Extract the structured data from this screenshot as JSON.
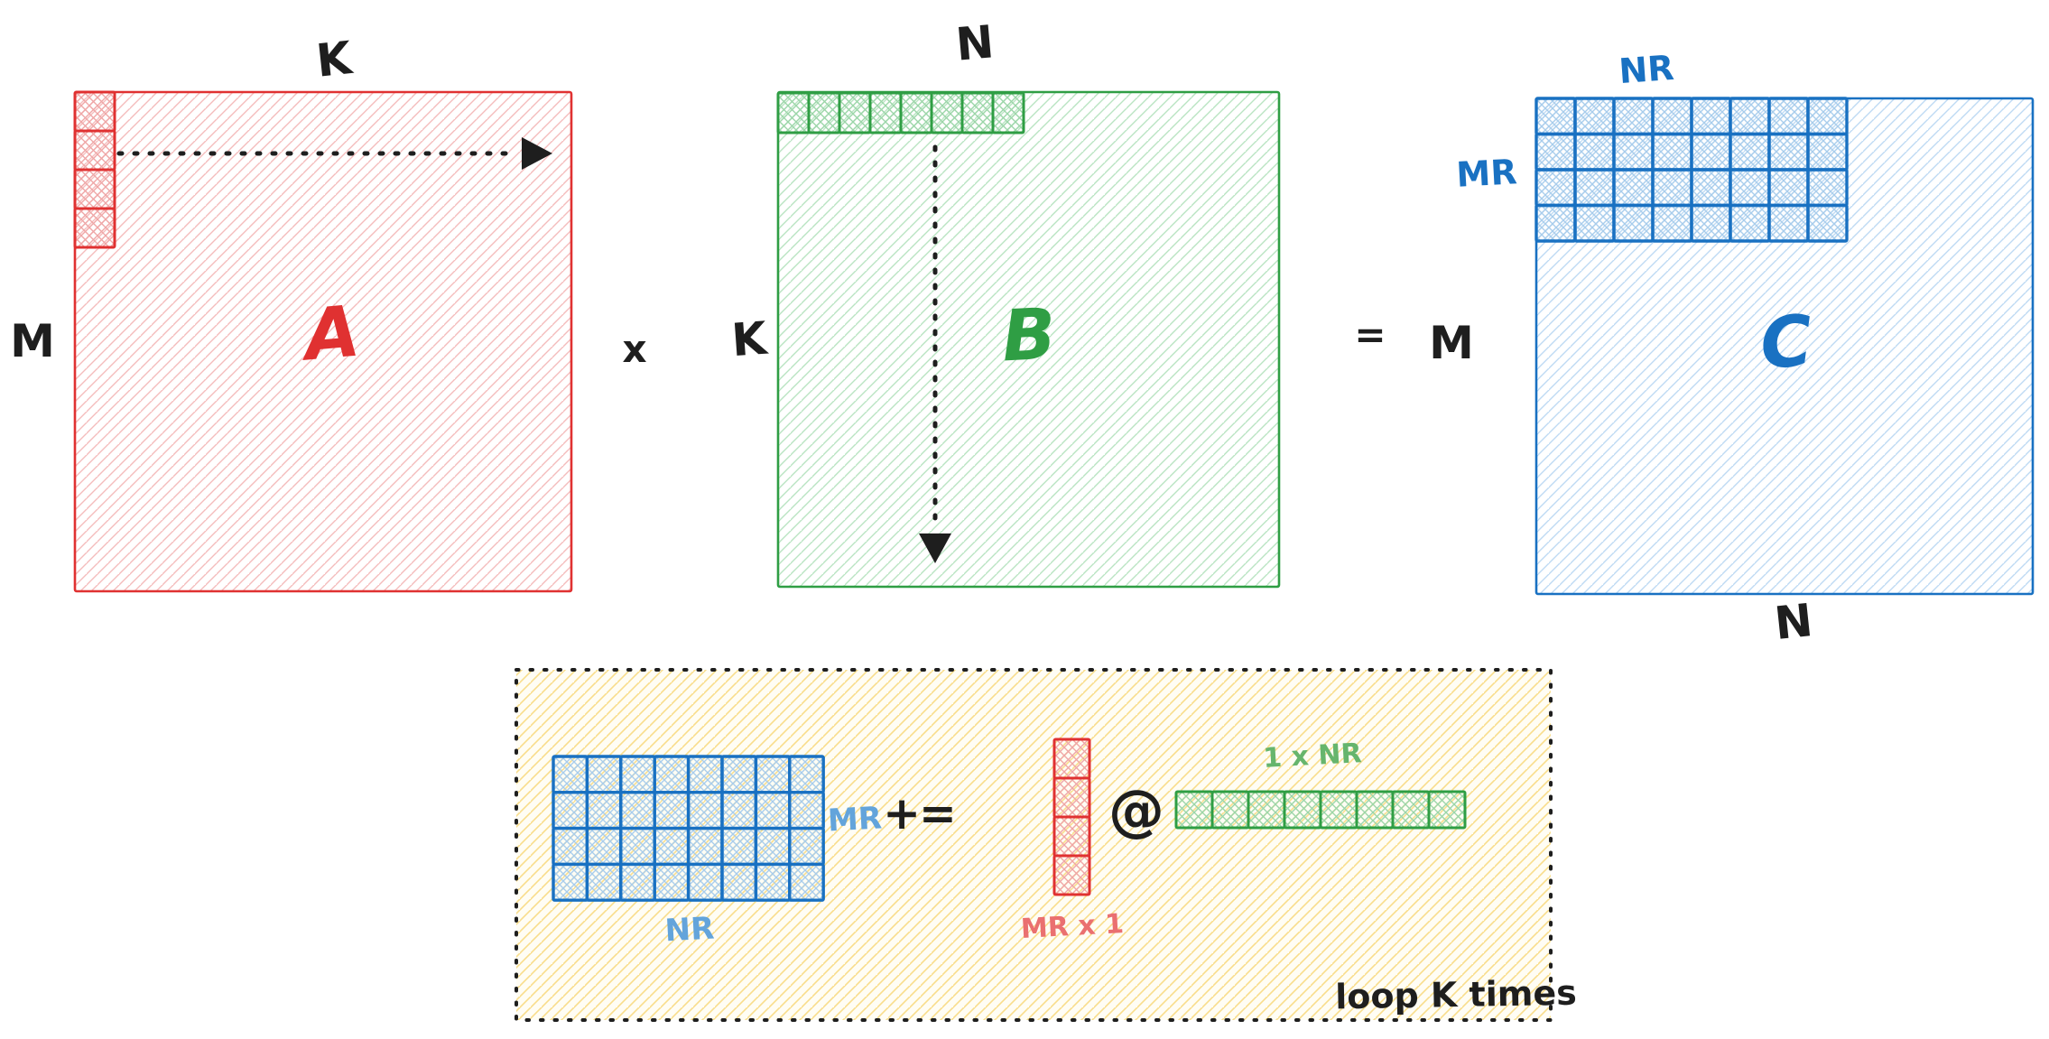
{
  "matrices": {
    "a": {
      "letter": "A",
      "cols_label": "K",
      "rows_label": "M"
    },
    "b": {
      "letter": "B",
      "cols_label": "N",
      "rows_label": "K"
    },
    "c": {
      "letter": "C",
      "rows_label": "M",
      "cols_label": "N",
      "tile_cols_label": "NR",
      "tile_rows_label": "MR"
    }
  },
  "operators": {
    "multiply": "x",
    "equals": "="
  },
  "microkernel_box": {
    "tile_rows_label": "MR",
    "tile_cols_label": "NR",
    "accumulate_op": "+=",
    "a_column_label": "MR x 1",
    "matmul_op": "@",
    "b_row_label": "1 x NR",
    "loop_note": "loop K times"
  },
  "colors": {
    "ink": "#1e1e1e",
    "red_stroke": "#e03131",
    "green_stroke": "#2f9e44",
    "blue_stroke": "#1971c2",
    "light_blue_label": "#63a4db",
    "light_red_label": "#ea7070",
    "light_green_label": "#66b56d",
    "box_background": "#fffdf4"
  }
}
